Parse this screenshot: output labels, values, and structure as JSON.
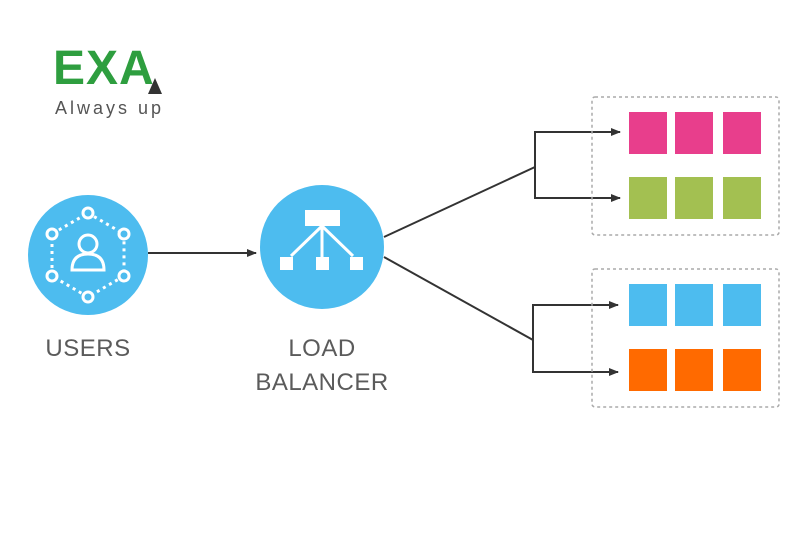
{
  "logo": {
    "text": "EXA",
    "tagline": "Always up",
    "brand_color": "#2e9e3f",
    "accent_color": "#333333"
  },
  "nodes": {
    "users": {
      "label": "USERS",
      "icon": "user-network-icon",
      "color": "#4dbcef"
    },
    "load_balancer": {
      "label_line1": "LOAD",
      "label_line2": "BALANCER",
      "icon": "hierarchy-icon",
      "color": "#4dbcef"
    }
  },
  "server_groups": [
    {
      "rows": [
        {
          "color": "#e83e8c",
          "count": 3
        },
        {
          "color": "#a3c051",
          "count": 3
        }
      ]
    },
    {
      "rows": [
        {
          "color": "#4dbcef",
          "count": 3
        },
        {
          "color": "#ff6a00",
          "count": 3
        }
      ]
    }
  ],
  "colors": {
    "label_text": "#5b5b5b",
    "connector": "#333333",
    "dashed_border": "#aaaaaa"
  }
}
